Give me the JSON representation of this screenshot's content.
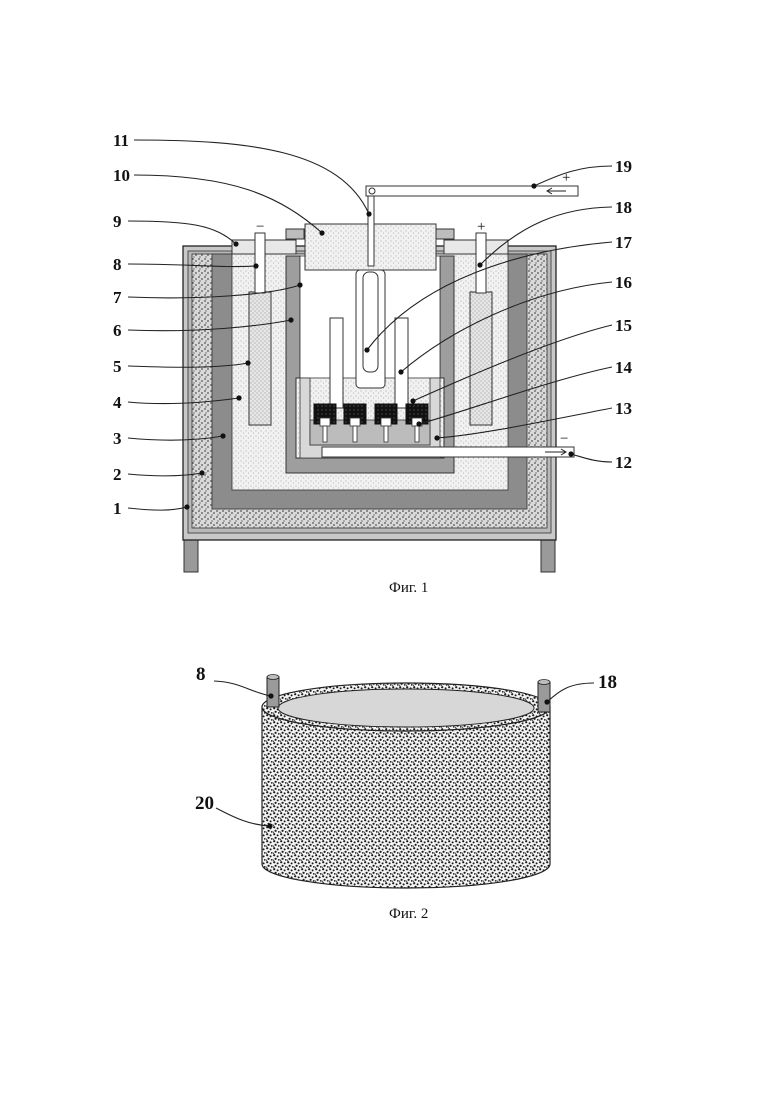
{
  "figure1": {
    "caption": "Фиг. 1",
    "signs": {
      "minus_left": "−",
      "plus_right": "+",
      "plus_top": "+",
      "minus_bottom": "−"
    },
    "labels": [
      {
        "id": "1",
        "text": "1"
      },
      {
        "id": "2",
        "text": "2"
      },
      {
        "id": "3",
        "text": "3"
      },
      {
        "id": "4",
        "text": "4"
      },
      {
        "id": "5",
        "text": "5"
      },
      {
        "id": "6",
        "text": "6"
      },
      {
        "id": "7",
        "text": "7"
      },
      {
        "id": "8",
        "text": "8"
      },
      {
        "id": "9",
        "text": "9"
      },
      {
        "id": "10",
        "text": "10"
      },
      {
        "id": "11",
        "text": "11"
      },
      {
        "id": "12",
        "text": "12"
      },
      {
        "id": "13",
        "text": "13"
      },
      {
        "id": "14",
        "text": "14"
      },
      {
        "id": "15",
        "text": "15"
      },
      {
        "id": "16",
        "text": "16"
      },
      {
        "id": "17",
        "text": "17"
      },
      {
        "id": "18",
        "text": "18"
      },
      {
        "id": "19",
        "text": "19"
      }
    ]
  },
  "figure2": {
    "caption": "Фиг. 2",
    "labels": [
      {
        "id": "8",
        "text": "8"
      },
      {
        "id": "18",
        "text": "18"
      },
      {
        "id": "20",
        "text": "20"
      }
    ]
  }
}
